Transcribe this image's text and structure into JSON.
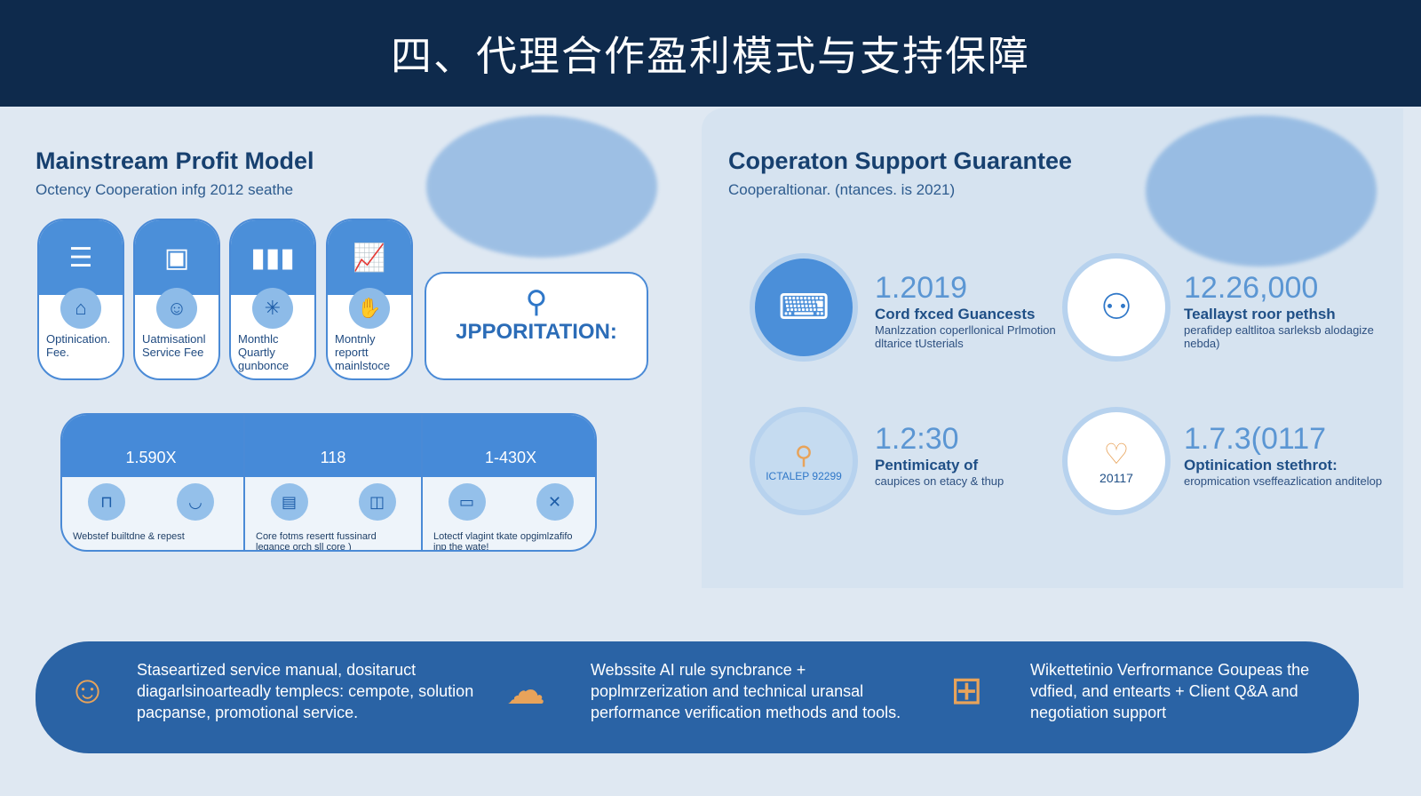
{
  "header": {
    "title": "四、代理合作盈利模式与支持保障"
  },
  "left": {
    "title": "Mainstream Profit Model",
    "subtitle": "Octency Cooperation infg 2012 seathe",
    "cards": [
      {
        "icon": "checklist-icon",
        "label": "Optinication. Fee."
      },
      {
        "icon": "document-icon",
        "label": "Uatmisationl Service Fee"
      },
      {
        "icon": "bar-chart-icon",
        "label": "Monthlc Quartly gunbonce"
      },
      {
        "icon": "line-chart-icon",
        "label": "Montnly reportt mainlstoce"
      }
    ],
    "big_card": {
      "icon": "location-pin-icon",
      "label": "JPPORITATION:"
    },
    "segments": [
      {
        "value": "1.590X",
        "desc": "Webstef builtdne & repest"
      },
      {
        "value": "118",
        "desc": "Core fotms resertt fussinard legance orch sll core )"
      },
      {
        "value": "1-430X",
        "desc": "Lotectf vlagint tkate opgimlzafifo inp the wate!"
      }
    ]
  },
  "right": {
    "title": "Coperaton Support Guarantee",
    "subtitle": "Cooperaltionar. (ntances. is 2021)",
    "stats": [
      {
        "icon": "keyboard-hand-icon",
        "number": "1.2019",
        "heading": "Cord fxced Guancests",
        "text": "Manlzzation coperllonical Prlmotion dltarice tUsterials"
      },
      {
        "icon": "people-icon",
        "number": "12.26,000",
        "heading": "Teallayst roor pethsh",
        "text": "perafidep ealtlitoa sarleksb alodagize nebda)"
      },
      {
        "icon": "pin-badge-icon",
        "number": "1.2:30",
        "heading": "Pentimicaty of",
        "text": "caupices on etacy & thup",
        "badge": "ICTALEP 92299"
      },
      {
        "icon": "handshake-icon",
        "number": "1.7.3(0117",
        "heading": "Optinication stethrot:",
        "text": "eropmication vseffeazlication anditelop",
        "badge": "20117"
      }
    ]
  },
  "banner": [
    {
      "icon": "person-icon",
      "text": "Staseartized service manual, dositaruct diagarlsinoarteadly templecs: cempote, solution pacpanse, promotional service."
    },
    {
      "icon": "cloud-chart-icon",
      "text": "Webssite AI rule syncbrance + poplmrzerization and technical uransal performance verification methods and tools."
    },
    {
      "icon": "toolbox-icon",
      "text": "Wikettetinio Verfrormance Goupeas the vdfied, and entearts + Client Q&A and negotiation support"
    }
  ],
  "colors": {
    "header": "#0e2a4c",
    "accent": "#4b8fd9",
    "banner": "#2a63a5",
    "icon_orange": "#e8a35a"
  }
}
